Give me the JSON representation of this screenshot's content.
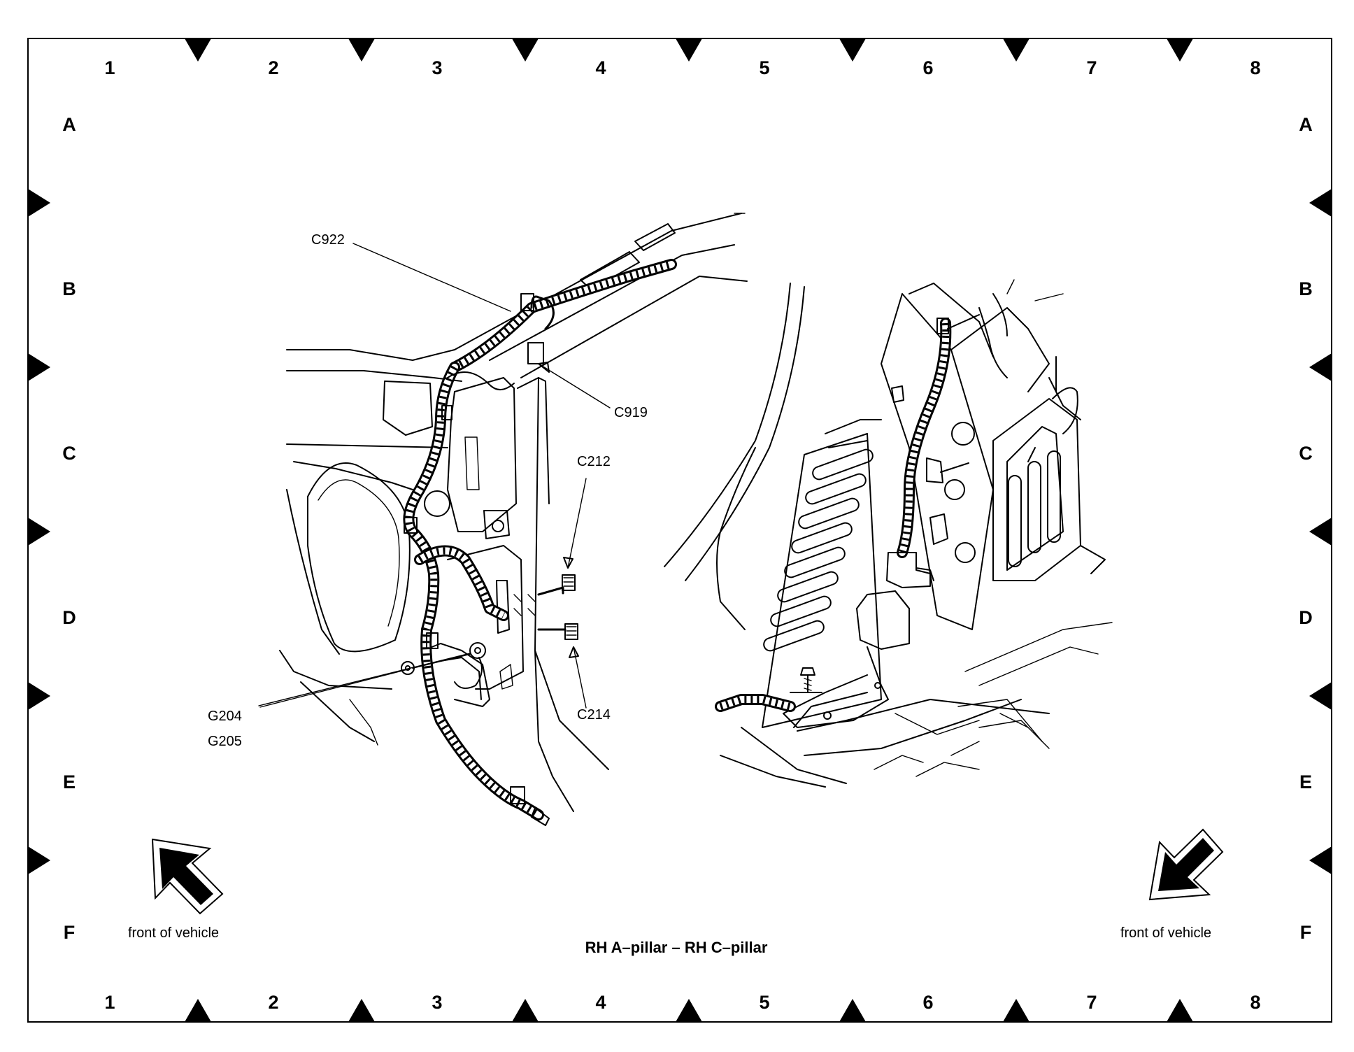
{
  "grid": {
    "columns": [
      "1",
      "2",
      "3",
      "4",
      "5",
      "6",
      "7",
      "8"
    ],
    "rows": [
      "A",
      "B",
      "C",
      "D",
      "E",
      "F"
    ]
  },
  "callouts": {
    "c922": "C922",
    "c919": "C919",
    "c212": "C212",
    "c214": "C214",
    "g204": "G204",
    "g205": "G205"
  },
  "front_of_vehicle_left": "front of vehicle",
  "front_of_vehicle_right": "front of vehicle",
  "caption": "RH A–pillar – RH C–pillar",
  "arrows": {
    "left": "front-arrow-icon",
    "right": "front-arrow-icon"
  },
  "colors": {
    "ink": "#000000",
    "paper": "#ffffff"
  }
}
